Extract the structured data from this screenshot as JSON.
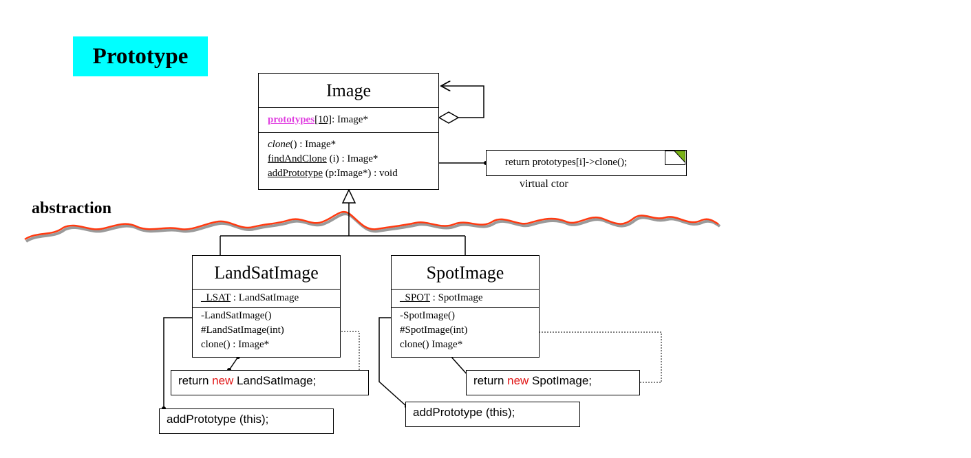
{
  "title": "Prototype",
  "title_bg": "#00ffff",
  "abstraction_label": "abstraction",
  "accent_colors": {
    "keyword_new": "#e11414",
    "static_attr": "#e040e0",
    "wave": "#ff3a10"
  },
  "image_class": {
    "name": "Image",
    "attr_name": "prototypes",
    "attr_rest": "[10]",
    "attr_type": ": Image*",
    "op_clone": "clone",
    "op_clone_rest": "() : Image*",
    "op_find": "findAndClone",
    "op_find_rest": " (i) : Image*",
    "op_add": "addPrototype",
    "op_add_rest": " (p:Image*) : void"
  },
  "note": {
    "text": "return prototypes[i]->clone();",
    "caption": "virtual ctor"
  },
  "landsat_class": {
    "name": "LandSatImage",
    "attr_name": "_LSAT",
    "attr_type": " : LandSatImage",
    "op1": "-LandSatImage()",
    "op2": "#LandSatImage(int)",
    "op3_name": "clone()",
    "op3_rest": " : Image*"
  },
  "spot_class": {
    "name": "SpotImage",
    "attr_name": "_SPOT",
    "attr_type": " : SpotImage",
    "op1": "-SpotImage()",
    "op2": "#SpotImage(int)",
    "op3_name": "clone()",
    "op3_rest": " Image*"
  },
  "code": {
    "return_kw": "return ",
    "new_kw": "new",
    "landsat_rest": " LandSatImage;",
    "spot_rest": " SpotImage;",
    "add_prototype": "addPrototype (this);"
  }
}
